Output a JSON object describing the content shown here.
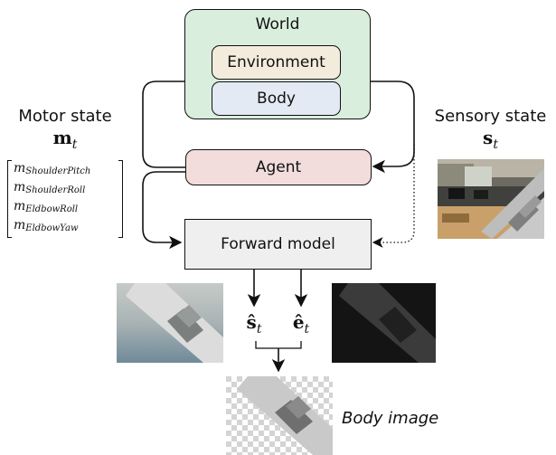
{
  "world": {
    "title": "World",
    "color": "#d9eedd"
  },
  "environment": {
    "label": "Environment",
    "color": "#f3ebdc"
  },
  "body_block": {
    "label": "Body",
    "color": "#e3eaf4"
  },
  "agent": {
    "label": "Agent",
    "color": "#f2dcdc"
  },
  "forward_model": {
    "label": "Forward model",
    "color": "#efefef"
  },
  "motor_state": {
    "title": "Motor state",
    "symbol": "m",
    "subscript": "t",
    "components": [
      {
        "base": "m",
        "sub": "ShoulderPitch"
      },
      {
        "base": "m",
        "sub": "ShoulderRoll"
      },
      {
        "base": "m",
        "sub": "EldbowRoll"
      },
      {
        "base": "m",
        "sub": "EldbowYaw"
      }
    ]
  },
  "sensory_state": {
    "title": "Sensory state",
    "symbol": "s",
    "subscript": "t"
  },
  "outputs": {
    "s_hat": {
      "symbol": "ŝ",
      "subscript": "t"
    },
    "e_hat": {
      "symbol": "ê",
      "subscript": "t"
    }
  },
  "body_image_label": "Body image"
}
